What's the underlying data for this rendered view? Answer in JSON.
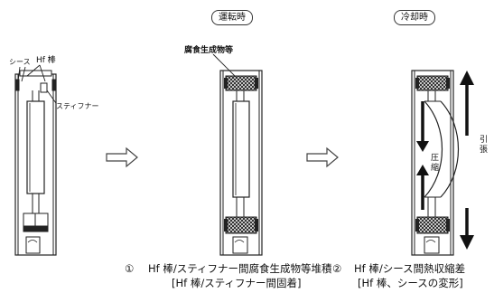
{
  "states": {
    "operating": "運転時",
    "cooling": "冷却時"
  },
  "labels": {
    "sheath": "シース",
    "hf_rod": "Hf 棒",
    "stiffener": "スティフナー",
    "corrosion_products": "腐食生成物等",
    "compression": "圧縮",
    "tension": "引張"
  },
  "captions": {
    "step1_number": "①",
    "step1_line1": "Hf 棒/スティフナー間腐食生成物等堆積",
    "step1_line2": "[Hf 棒/スティフナー間固着]",
    "step2_number": "②",
    "step2_line1": "Hf 棒/シース間熱収縮差",
    "step2_line2": "[Hf 棒、シースの変形]"
  }
}
